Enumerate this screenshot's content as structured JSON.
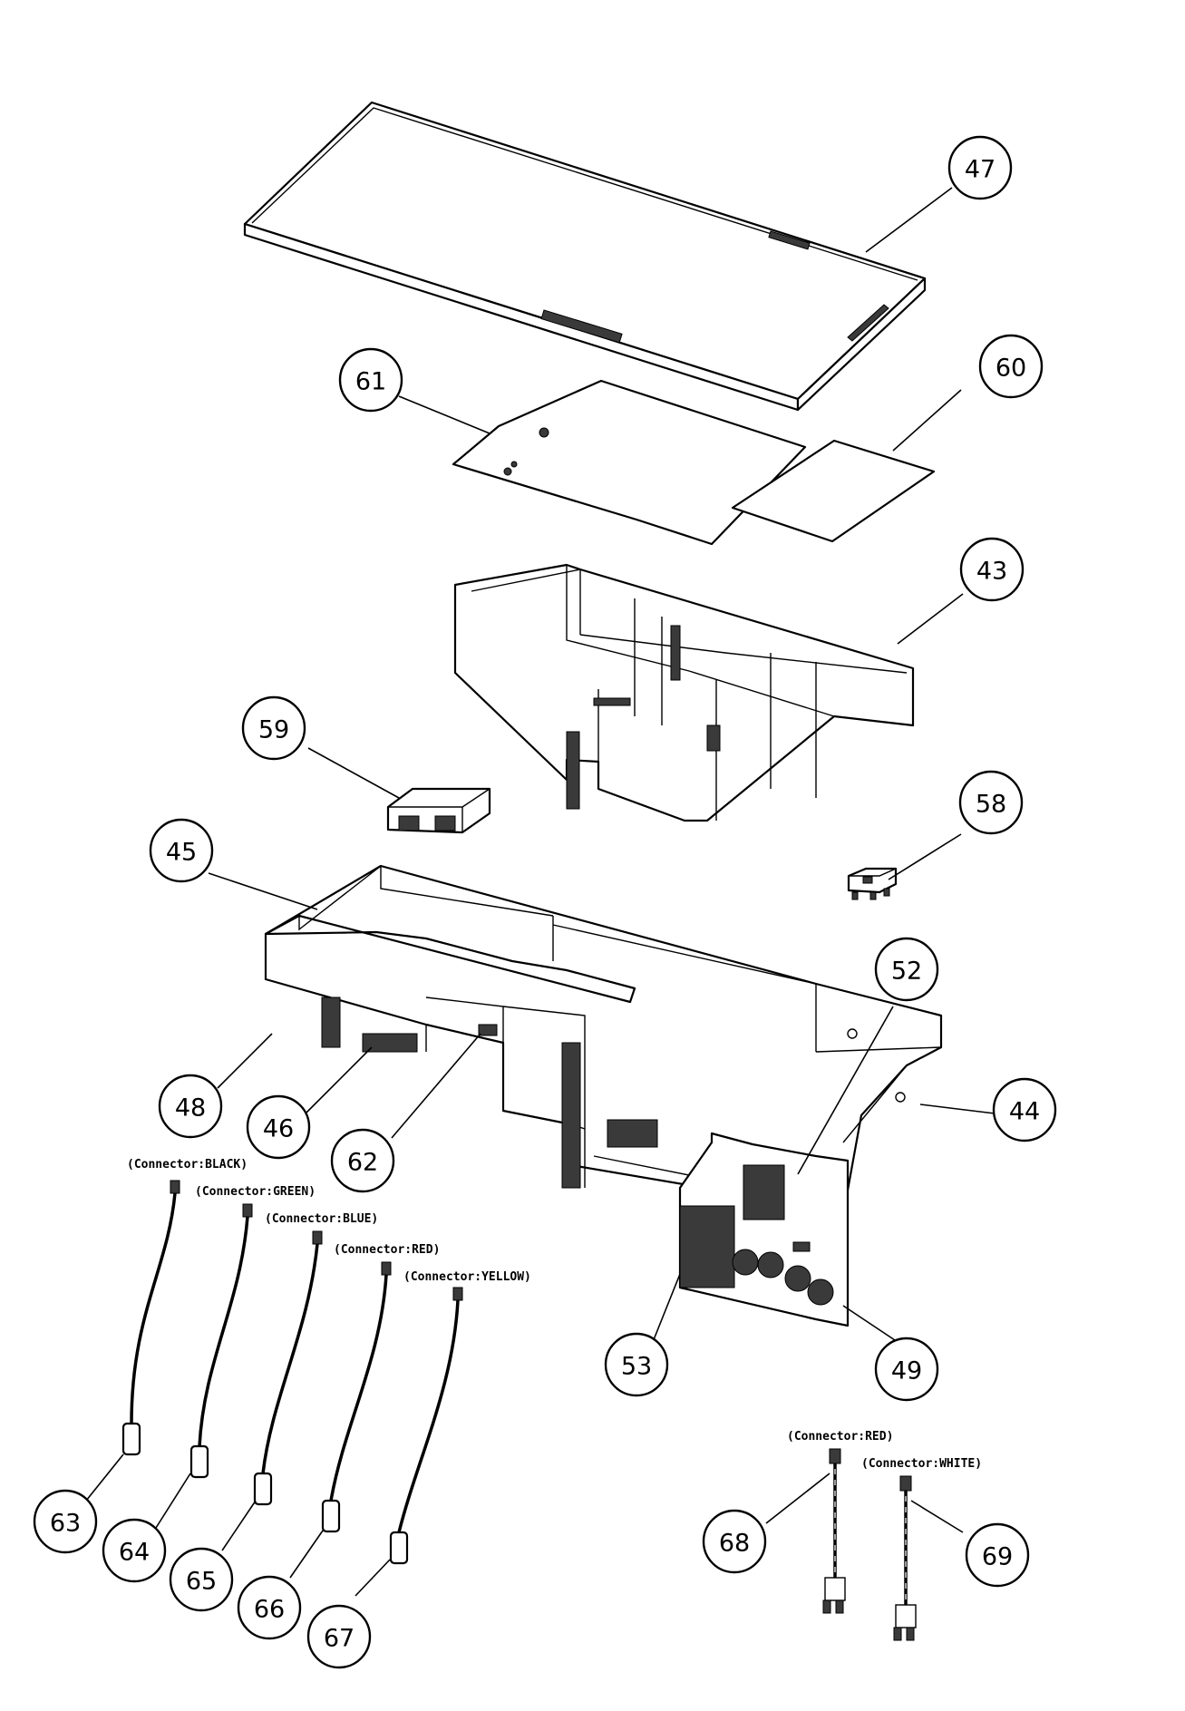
{
  "callouts": [
    {
      "id": "47",
      "label": "47"
    },
    {
      "id": "61",
      "label": "61"
    },
    {
      "id": "60",
      "label": "60"
    },
    {
      "id": "43",
      "label": "43"
    },
    {
      "id": "59",
      "label": "59"
    },
    {
      "id": "58",
      "label": "58"
    },
    {
      "id": "45",
      "label": "45"
    },
    {
      "id": "52",
      "label": "52"
    },
    {
      "id": "48",
      "label": "48"
    },
    {
      "id": "46",
      "label": "46"
    },
    {
      "id": "62",
      "label": "62"
    },
    {
      "id": "44",
      "label": "44"
    },
    {
      "id": "53",
      "label": "53"
    },
    {
      "id": "49",
      "label": "49"
    },
    {
      "id": "63",
      "label": "63"
    },
    {
      "id": "64",
      "label": "64"
    },
    {
      "id": "65",
      "label": "65"
    },
    {
      "id": "66",
      "label": "66"
    },
    {
      "id": "67",
      "label": "67"
    },
    {
      "id": "68",
      "label": "68"
    },
    {
      "id": "69",
      "label": "69"
    }
  ],
  "connector_labels": {
    "black": "(Connector:BLACK)",
    "green": "(Connector:GREEN)",
    "blue": "(Connector:BLUE)",
    "red": "(Connector:RED)",
    "yellow": "(Connector:YELLOW)",
    "red2": "(Connector:RED)",
    "white": "(Connector:WHITE)"
  }
}
